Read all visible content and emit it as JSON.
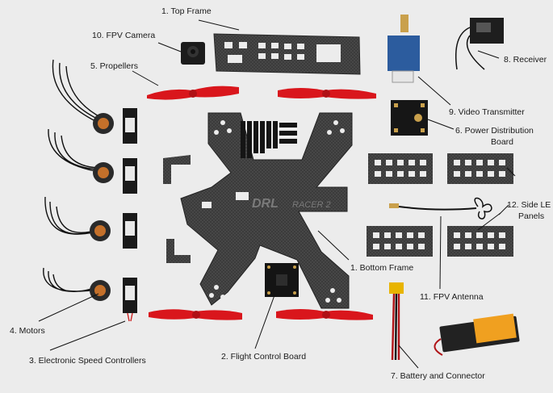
{
  "labels": {
    "top_frame": "1. Top Frame",
    "fpv_camera": "10. FPV Camera",
    "propellers": "5. Propellers",
    "receiver": "8. Receiver",
    "video_transmitter": "9. Video Transmitter",
    "pdb_line1": "6. Power Distribution",
    "pdb_line2": "Board",
    "side_led_line1": "12. Side LE",
    "side_led_line2": "Panels",
    "bottom_frame": "1. Bottom Frame",
    "fpv_antenna": "11. FPV Antenna",
    "motors": "4. Motors",
    "esc": "3. Electronic Speed Controllers",
    "flight_control": "2. Flight Control Board",
    "battery": "7. Battery and Connector"
  },
  "frame_logo": {
    "brand": "DRL",
    "model": "RACER 2"
  },
  "colors": {
    "background": "#ececec",
    "carbon": "#3d3d3d",
    "propeller": "#d9161c",
    "battery": "#f0a020",
    "leader_line": "#111111"
  }
}
